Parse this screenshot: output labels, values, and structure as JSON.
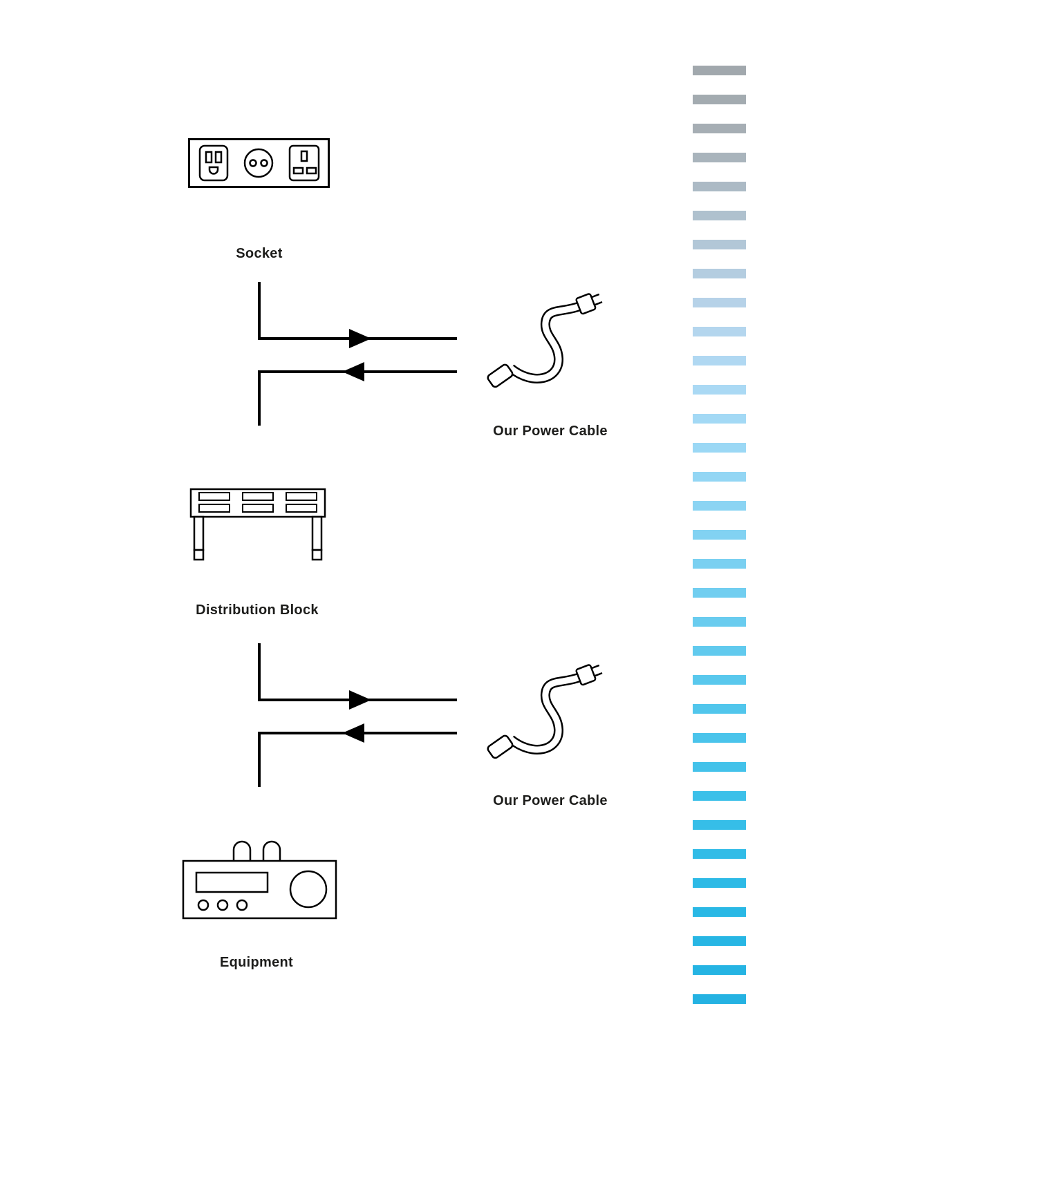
{
  "page": {
    "background": "#ffffff",
    "line_color": "#000000",
    "text_color": "#1d1d1b"
  },
  "diagram": {
    "nodes": [
      {
        "id": "socket",
        "label": "Socket",
        "icon": "socket-outlets-icon"
      },
      {
        "id": "distribution-block",
        "label": "Distribution Block",
        "icon": "distribution-block-icon"
      },
      {
        "id": "equipment",
        "label": "Equipment",
        "icon": "amplifier-icon"
      }
    ],
    "connections": [
      {
        "from": "Socket",
        "to": "Distribution Block",
        "cable_label": "Our Power Cable",
        "arrows": [
          "right",
          "left"
        ]
      },
      {
        "from": "Distribution Block",
        "to": "Equipment",
        "cable_label": "Our Power Cable",
        "arrows": [
          "right",
          "left"
        ]
      }
    ]
  },
  "stripes": {
    "colors": [
      "#a1a8ad",
      "#a3abb0",
      "#a6aeb4",
      "#a9b4bc",
      "#acbac5",
      "#afc1ce",
      "#b2c7d7",
      "#b4cde0",
      "#b6d2e8",
      "#b4d6ee",
      "#b0d8f2",
      "#aad9f4",
      "#a3d9f5",
      "#9bd8f5",
      "#93d6f4",
      "#8bd4f3",
      "#82d2f2",
      "#7ad0f1",
      "#71cef0",
      "#69ccef",
      "#61caee",
      "#59c8ed",
      "#51c6ec",
      "#4ac4eb",
      "#43c2ea",
      "#3cc0e9",
      "#36bee8",
      "#31bce7",
      "#2dbae6",
      "#29b8e5",
      "#27b6e4",
      "#25b4e3",
      "#24b2e2"
    ]
  }
}
